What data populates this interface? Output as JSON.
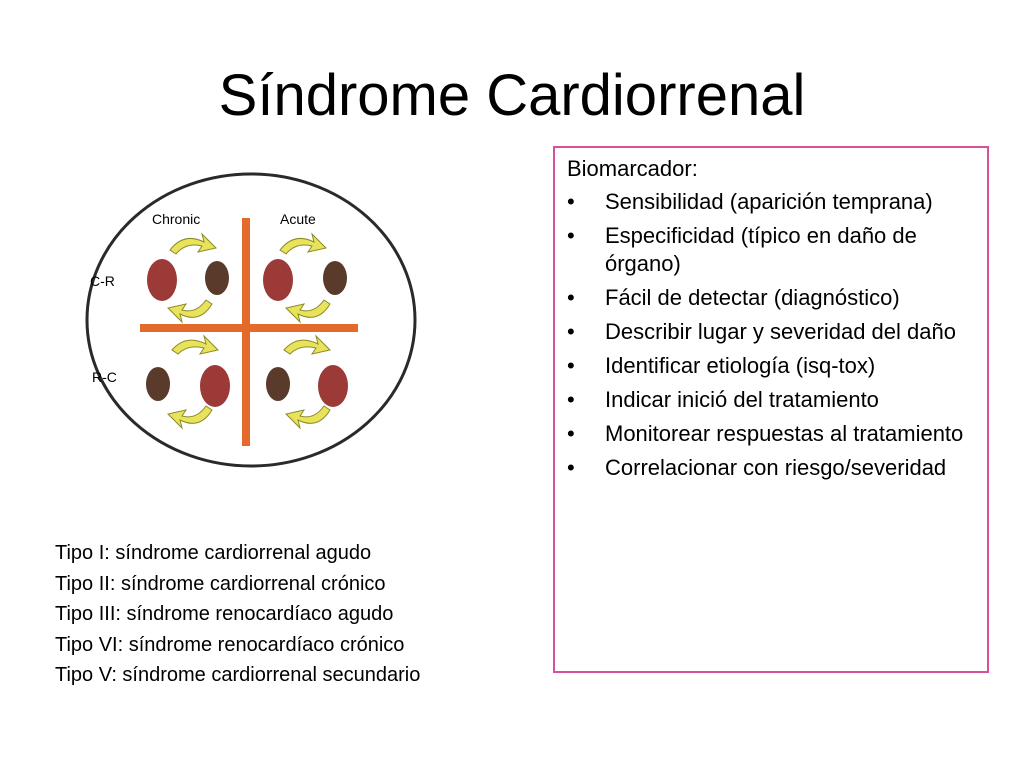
{
  "slide": {
    "title": "Síndrome Cardiorrenal"
  },
  "diagram": {
    "labels": {
      "chronic": "Chronic",
      "acute": "Acute",
      "cr": "C-R",
      "rc": "R-C"
    },
    "colors": {
      "axis": "#e36a2a",
      "arrow": "#e8e35a",
      "arrow_stroke": "#8a8a2a",
      "heart": "#9b3a36",
      "kidney": "#5a3a2a"
    }
  },
  "types": [
    "Tipo I: síndrome cardiorrenal agudo",
    "Tipo II: síndrome cardiorrenal crónico",
    "Tipo III: síndrome renocardíaco agudo",
    "Tipo VI: síndrome renocardíaco crónico",
    "Tipo V: síndrome cardiorrenal secundario"
  ],
  "biomarker": {
    "heading": "Biomarcador:",
    "bullet": "•",
    "items": [
      "Sensibilidad (aparición temprana)",
      "Especificidad (típico en daño de órgano)",
      "Fácil de detectar (diagnóstico)",
      "Describir lugar y severidad del daño",
      "Identificar etiología (isq-tox)",
      "Indicar inició del tratamiento",
      "Monitorear respuestas al tratamiento",
      "Correlacionar con riesgo/severidad"
    ],
    "border_color": "#d5519a"
  }
}
